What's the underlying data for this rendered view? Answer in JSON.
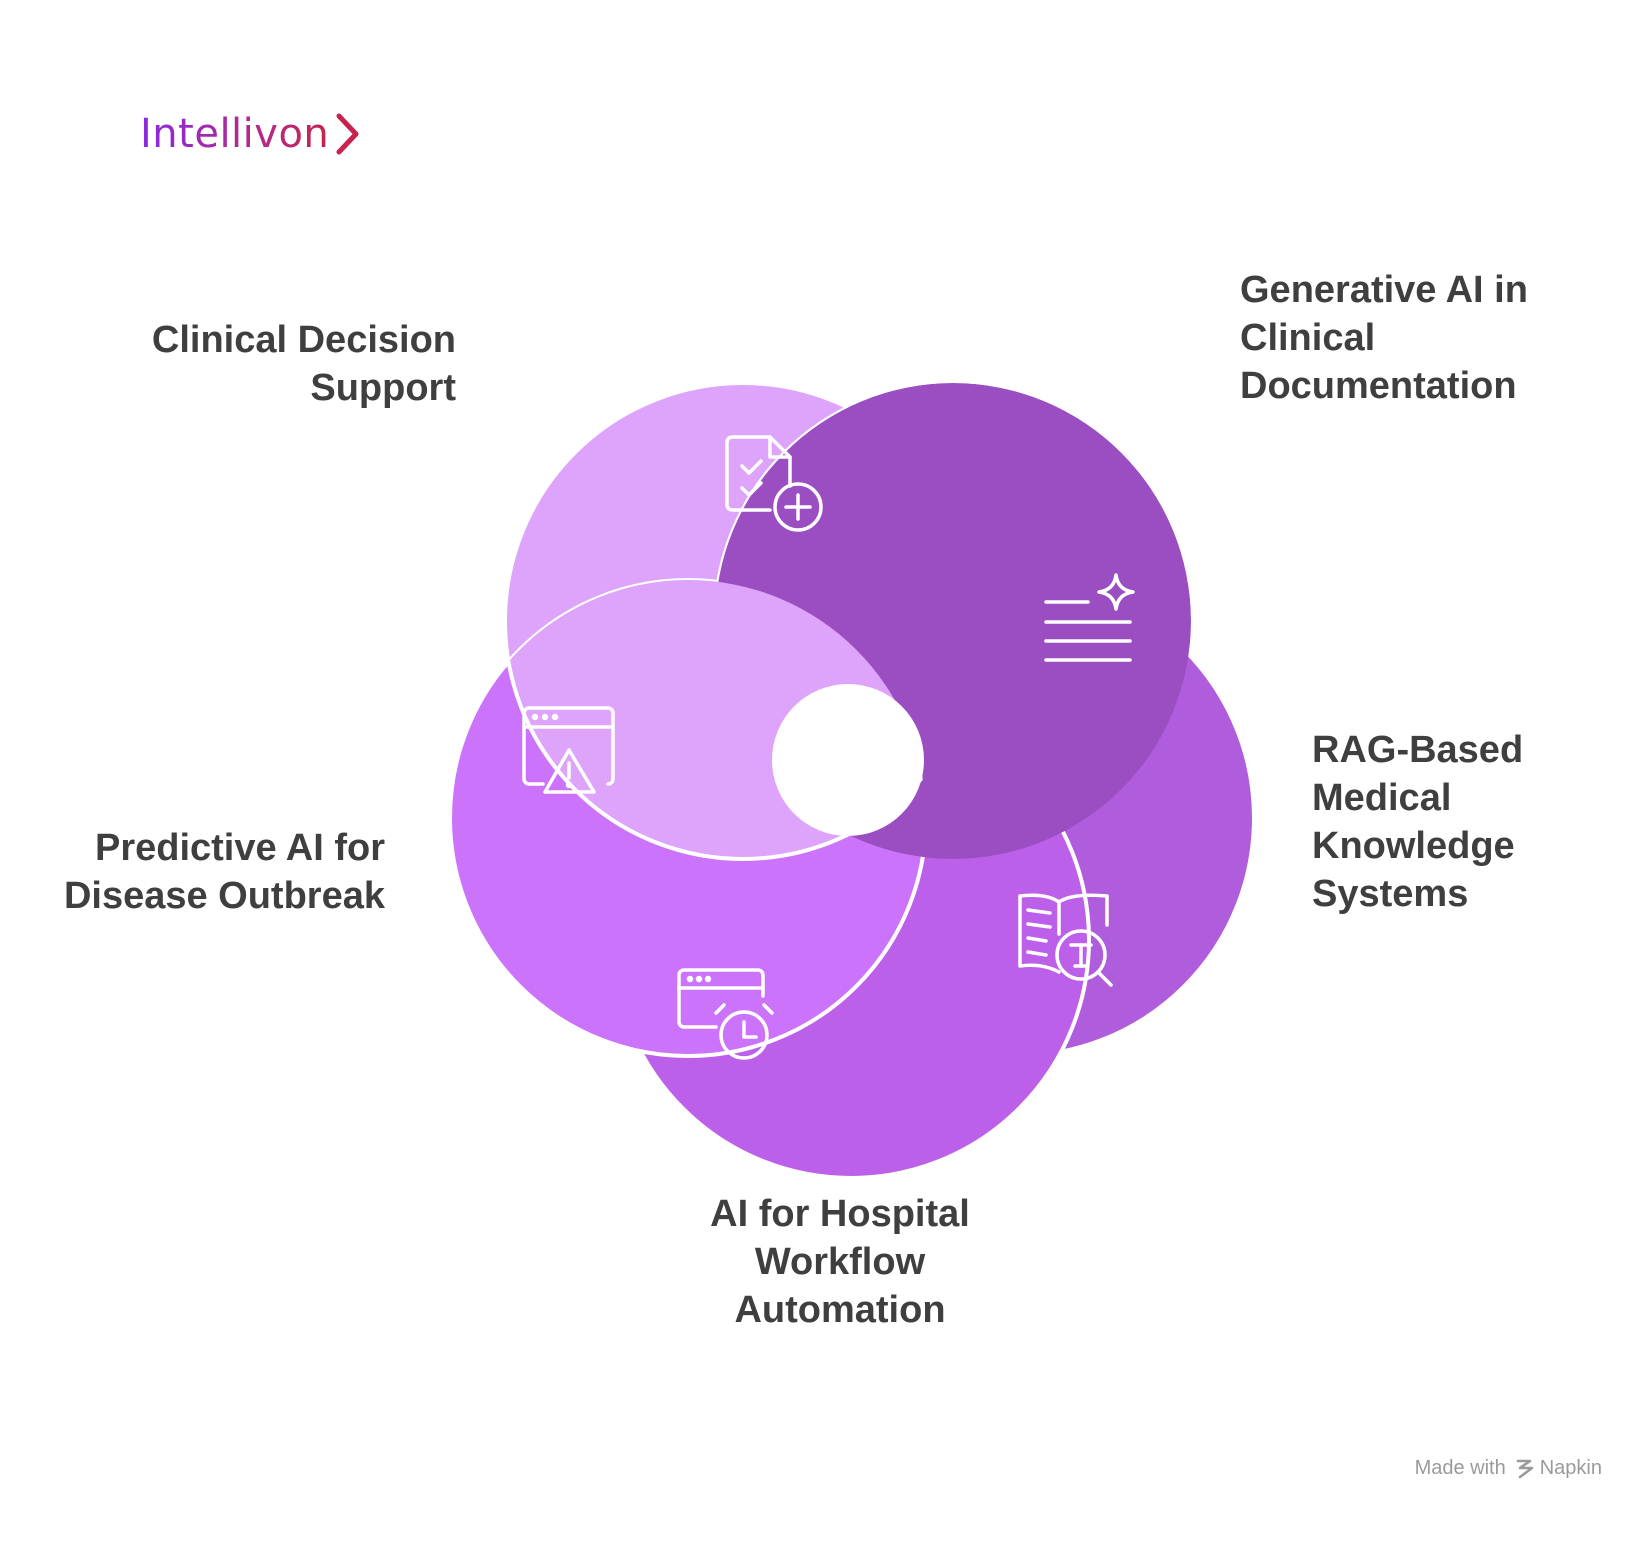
{
  "brand": {
    "name": "Intellivon",
    "color_start": "#8a2be2",
    "color_end": "#c8224f"
  },
  "diagram": {
    "segments": [
      {
        "label": "Clinical Decision\nSupport",
        "color": "#dea3fa",
        "icon": "clipboard-check-plus-icon"
      },
      {
        "label": "Generative AI in\nClinical\nDocumentation",
        "color": "#9a4ec1",
        "icon": "text-sparkle-icon"
      },
      {
        "label": "RAG-Based\nMedical\nKnowledge\nSystems",
        "color": "#b05ddd",
        "icon": "book-search-icon"
      },
      {
        "label": "AI for Hospital\nWorkflow\nAutomation",
        "color": "#bd60e9",
        "icon": "window-clock-icon"
      },
      {
        "label": "Predictive AI for\nDisease Outbreak",
        "color": "#cc73fb",
        "icon": "window-warning-icon"
      }
    ],
    "stroke_color": "#ffffff",
    "text_color": "#3f3f3f"
  },
  "footer": {
    "made_with": "Made with",
    "tool": "Napkin"
  }
}
